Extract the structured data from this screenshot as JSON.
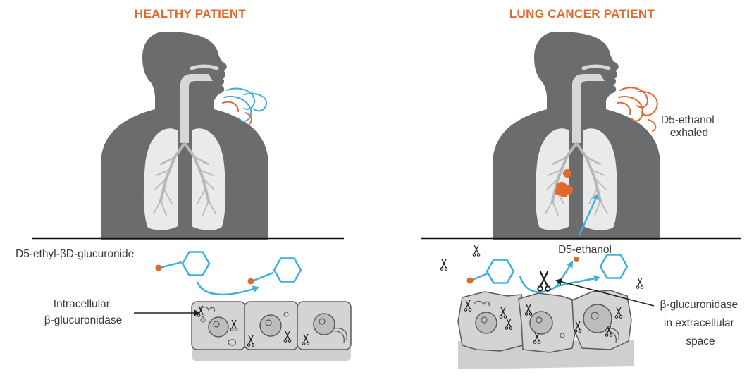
{
  "titles": {
    "healthy": "HEALTHY PATIENT",
    "cancer": "LUNG CANCER PATIENT"
  },
  "labels": {
    "probe": "D5-ethyl-βD-glucuronide",
    "intracellular_line1": "Intracellular",
    "intracellular_line2": "β-glucuronidase",
    "d5_ethanol": "D5-ethanol",
    "exhaled_line1": "D5-ethanol",
    "exhaled_line2": "exhaled",
    "extracellular_line1": "β-glucuronidase",
    "extracellular_line2": "in extracellular",
    "extracellular_line3": "space"
  },
  "colors": {
    "accent_orange": "#e2692d",
    "accent_blue": "#3db0dd",
    "silhouette": "#6b6c6e",
    "lung_fill": "#eaeaea",
    "cell_fill": "#d4d4d4",
    "cell_stroke": "#5b5b5b"
  },
  "icons": [
    "scissors-icon",
    "hexagon-molecule-icon",
    "breath-swirl-icon",
    "tumor-icon"
  ]
}
